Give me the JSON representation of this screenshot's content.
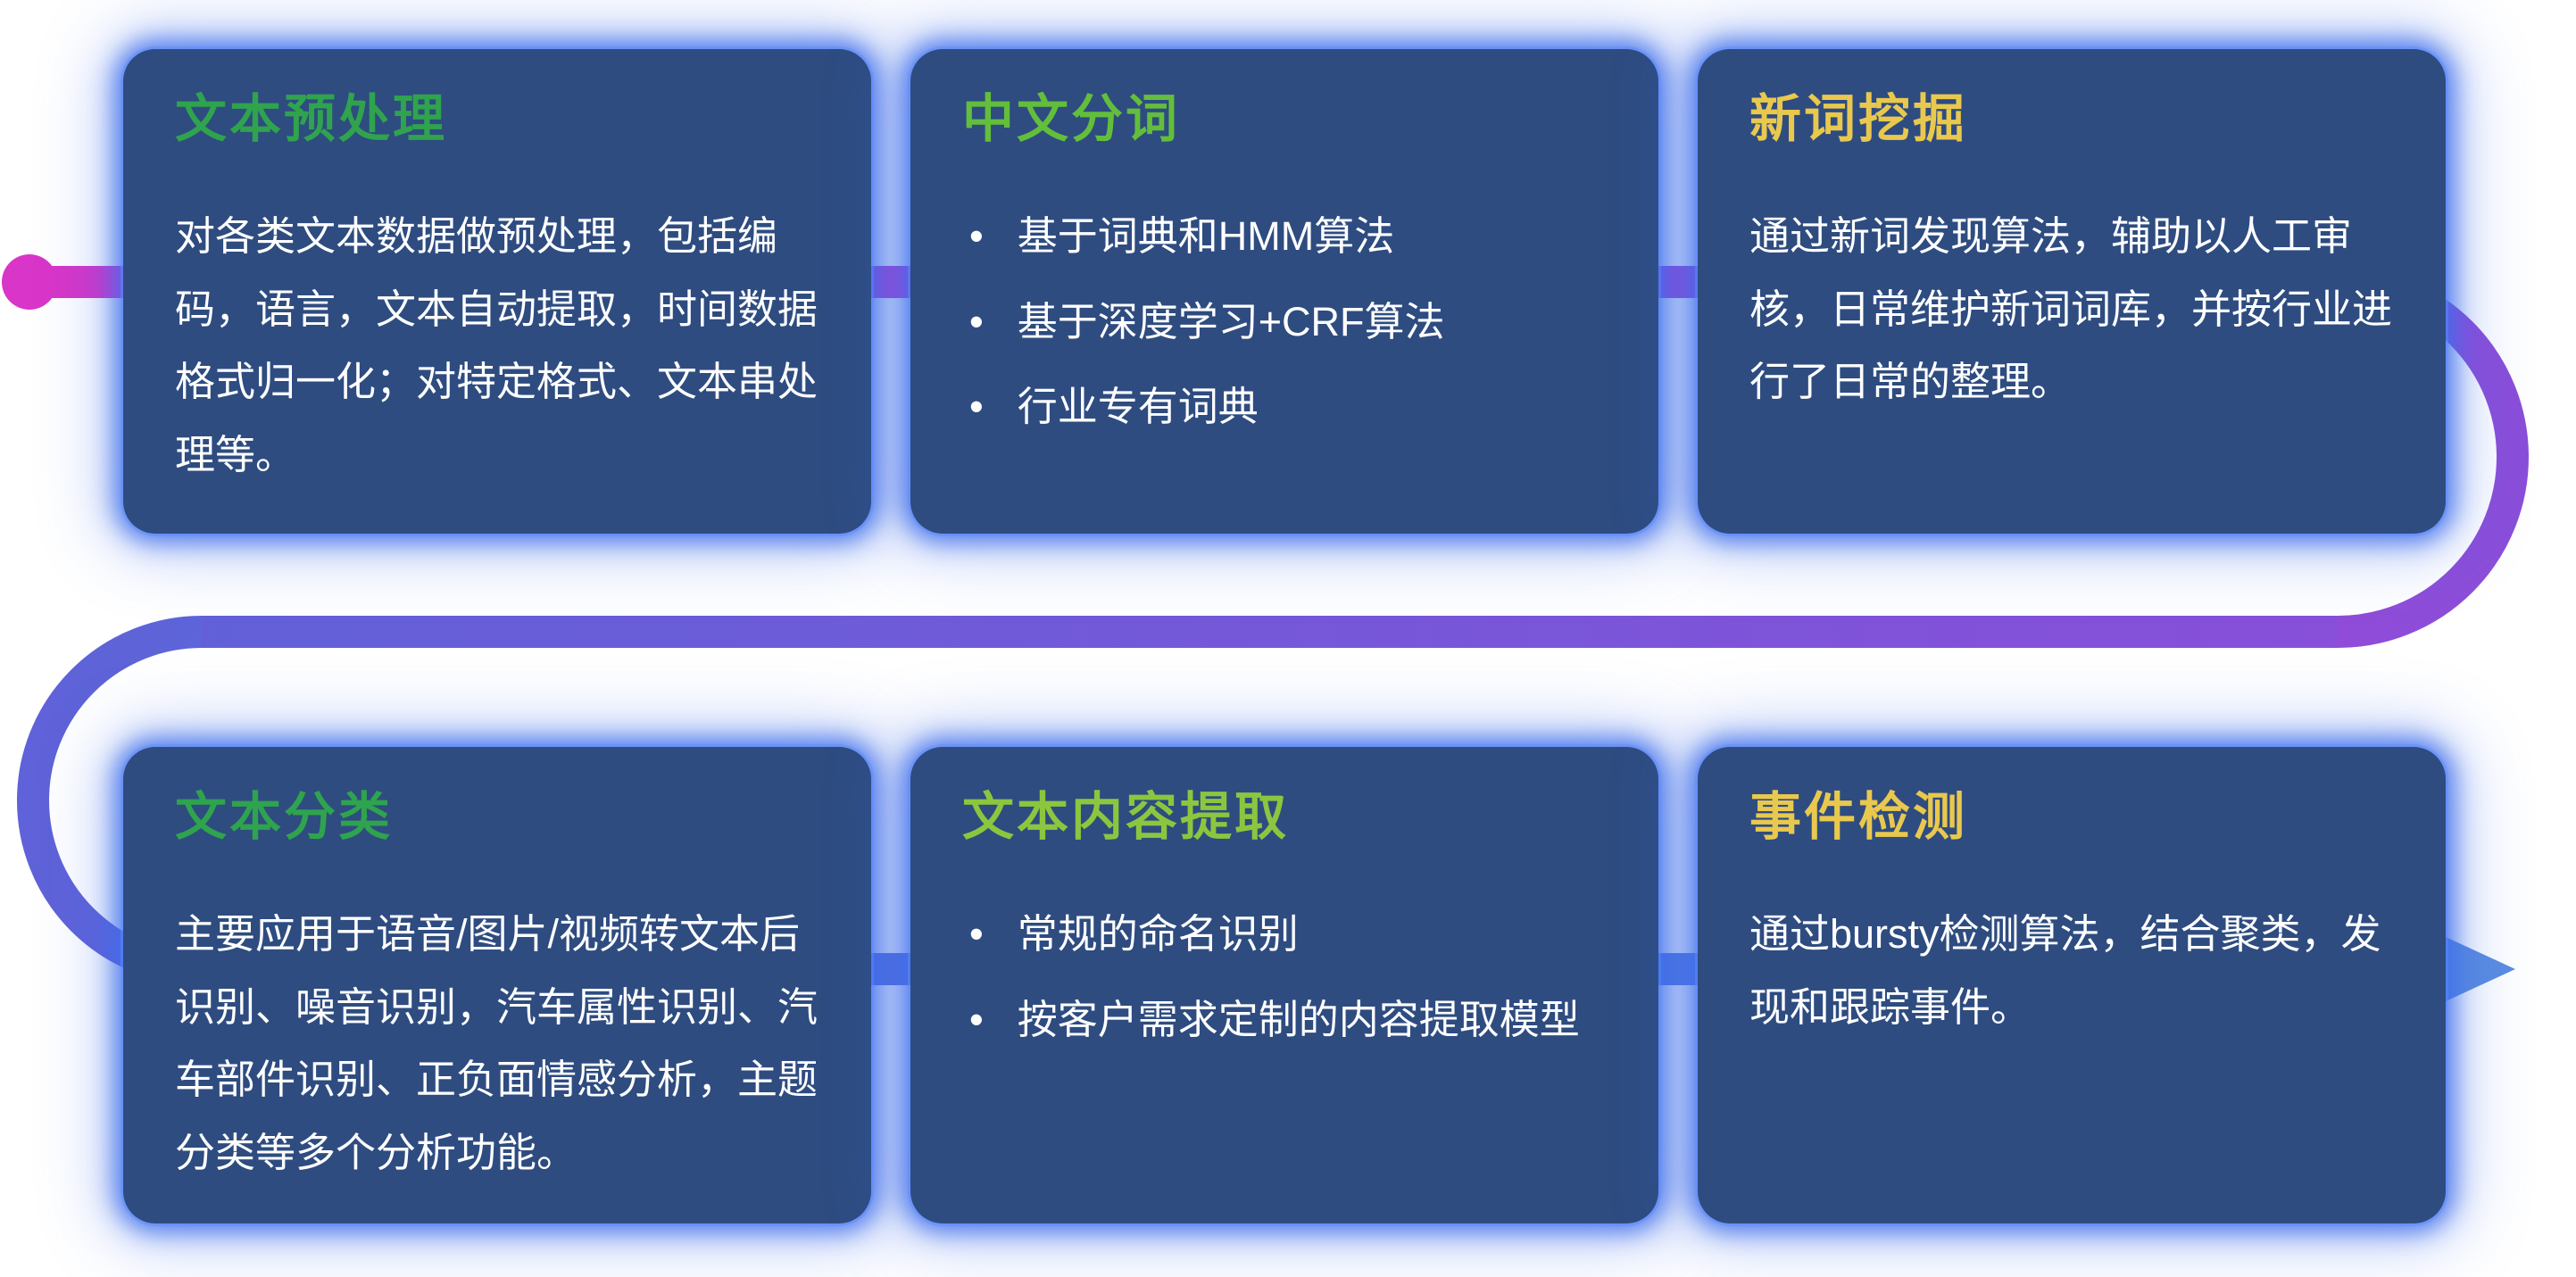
{
  "theme": {
    "page-bg": "#FFFFFF",
    "card-bg": "#2E4C80",
    "glow": "#3C6FE8",
    "text": "#FFFFFF"
  },
  "flow": {
    "start_dot_color": "#D935C8",
    "arrow_color": "#5B8DE0",
    "gradient_top": [
      "#D935C8",
      "#AE40D2",
      "#8B4ED9"
    ],
    "gradient_middle": [
      "#8B4ED9",
      "#5F62D8"
    ],
    "gradient_bottom": [
      "#5F62D8",
      "#4F87E3"
    ]
  },
  "cards": [
    {
      "id": "text-preprocessing",
      "title": "文本预处理",
      "title_color": "#2FA34D",
      "type": "paragraph",
      "body": "对各类文本数据做预处理，包括编码，语言，文本自动提取，时间数据格式归一化；对特定格式、文本串处理等。"
    },
    {
      "id": "chinese-word-segmentation",
      "title": "中文分词",
      "title_color": "#63BE3C",
      "type": "bullets",
      "bullets": [
        "基于词典和HMM算法",
        "基于深度学习+CRF算法",
        "行业专有词典"
      ]
    },
    {
      "id": "new-word-mining",
      "title": "新词挖掘",
      "title_color": "#E9C84E",
      "type": "paragraph",
      "body": "通过新词发现算法，辅助以人工审核，日常维护新词词库，并按行业进行了日常的整理。"
    },
    {
      "id": "text-classification",
      "title": "文本分类",
      "title_color": "#2FA34D",
      "type": "paragraph",
      "body": "主要应用于语音/图片/视频转文本后识别、噪音识别，汽车属性识别、汽车部件识别、正负面情感分析，主题分类等多个分析功能。"
    },
    {
      "id": "text-content-extraction",
      "title": "文本内容提取",
      "title_color": "#8CC63E",
      "type": "bullets",
      "bullets": [
        "常规的命名识别",
        "按客户需求定制的内容提取模型"
      ]
    },
    {
      "id": "event-detection",
      "title": "事件检测",
      "title_color": "#E9C84E",
      "type": "paragraph",
      "body": "通过bursty检测算法，结合聚类，发现和跟踪事件。"
    }
  ]
}
